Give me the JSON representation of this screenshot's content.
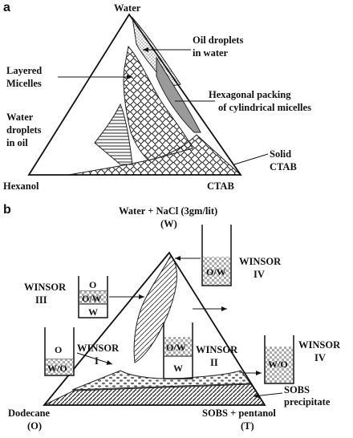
{
  "panel_a": {
    "letter": "a",
    "vertices": {
      "top": "Water",
      "left": "Hexanol",
      "right": "CTAB"
    },
    "regions": [
      {
        "id": "oil-droplets",
        "lines": [
          "Oil droplets",
          "in water"
        ]
      },
      {
        "id": "layered-micelles",
        "lines": [
          "Layered",
          "Micelles"
        ]
      },
      {
        "id": "hexagonal",
        "lines": [
          "Hexagonal packing",
          "of cylindrical micelles"
        ]
      },
      {
        "id": "water-droplets",
        "lines": [
          "Water",
          "droplets",
          "in oil"
        ]
      },
      {
        "id": "solid-ctab",
        "lines": [
          "Solid",
          "CTAB"
        ]
      }
    ]
  },
  "panel_b": {
    "letter": "b",
    "vertices": {
      "top": [
        "Water + NaCl (3gm/lit)",
        "(W)"
      ],
      "left": [
        "Dodecane",
        "(O)"
      ],
      "right": [
        "SOBS + pentanol",
        "(T)"
      ]
    },
    "winsor_labels": {
      "iv_top": [
        "WINSOR",
        "IV"
      ],
      "iii": [
        "WINSOR",
        "III"
      ],
      "i": [
        "WINSOR",
        "I"
      ],
      "ii": [
        "WINSOR",
        "II"
      ],
      "iv_right": [
        "WINSOR",
        "IV"
      ]
    },
    "tubes": {
      "iv_top": [
        "O/W"
      ],
      "iii": [
        "O",
        "O/W",
        "W"
      ],
      "i": [
        "O",
        "W/O"
      ],
      "ii": [
        "O/W",
        "W"
      ],
      "iv_right": [
        "W/O"
      ]
    },
    "precipitate": [
      "SOBS",
      "precipitate"
    ]
  }
}
